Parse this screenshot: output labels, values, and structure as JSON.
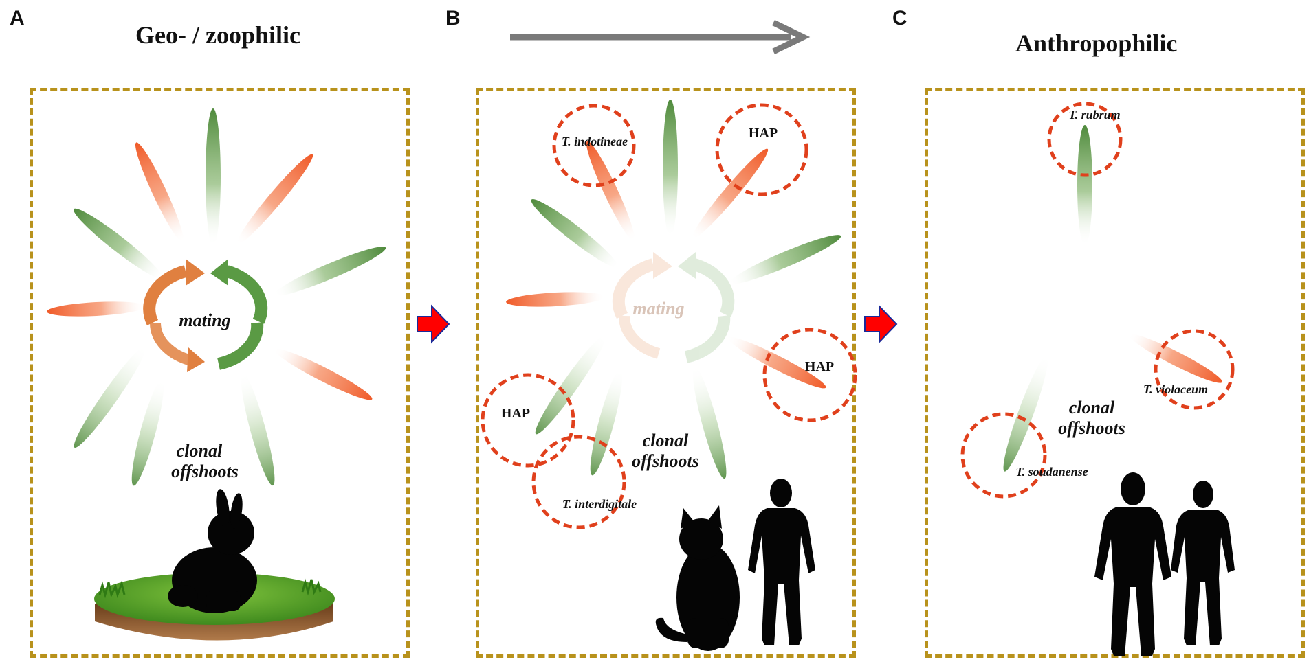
{
  "panels": [
    {
      "letter": "A",
      "header": "Geo- / zoophilic",
      "labels": {
        "mating": "mating",
        "clonal": "clonal",
        "offshoots": "offshoots"
      }
    },
    {
      "letter": "B",
      "header": "",
      "labels": {
        "mating": "mating",
        "clonal": "clonal",
        "offshoots": "offshoots",
        "hap_top": "HAP",
        "hap_right": "HAP",
        "hap_left": "HAP",
        "species_1": "T. indotineae",
        "species_2": "T. interdigitale"
      }
    },
    {
      "letter": "C",
      "header": "Anthropophilic",
      "labels": {
        "clonal": "clonal",
        "offshoots": "offshoots",
        "species_1": "T. rubrum",
        "species_2": "T. violaceum",
        "species_3": "T. soudanense"
      }
    }
  ],
  "colors": {
    "frame": "#b8921c",
    "orange": "#f05a28",
    "green": "#4f8a3c",
    "circle": "#e0401c",
    "arrow_red": "#ff0000",
    "arrow_blue": "#1a2a9a",
    "top_arrow": "#7a7a7a",
    "silhouette": "#050505"
  },
  "icons": [
    "rabbit-silhouette-icon",
    "grass-island-icon",
    "cat-silhouette-icon",
    "human-silhouette-icon",
    "mating-cycle-icon",
    "right-arrow-icon"
  ]
}
